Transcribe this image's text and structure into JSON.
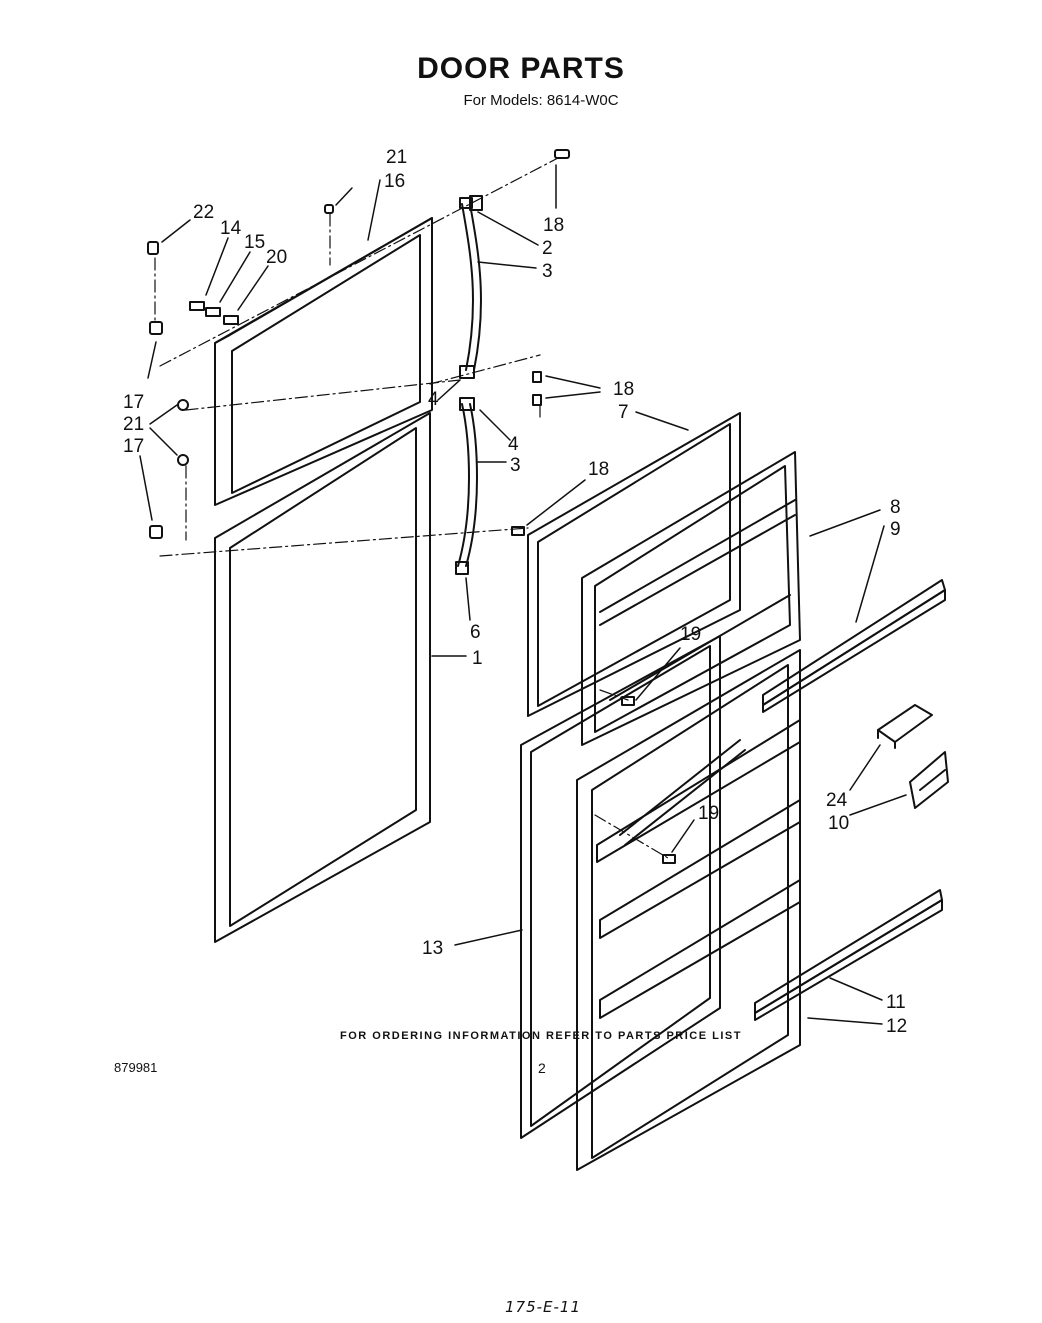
{
  "title": "DOOR PARTS",
  "subtitle": "For Models: 8614-W0C",
  "footer_note": "FOR ORDERING INFORMATION REFER TO PARTS PRICE LIST",
  "document_number": "879981",
  "page_number": "2",
  "handwritten_code": "175-E-11",
  "callouts": {
    "c21a": "21",
    "c16": "16",
    "c22": "22",
    "c14": "14",
    "c15": "15",
    "c20": "20",
    "c18a": "18",
    "c2": "2",
    "c3a": "3",
    "c18b": "18",
    "c7": "7",
    "c4a": "4",
    "c4b": "4",
    "c3b": "3",
    "c17a": "17",
    "c21b": "21",
    "c17b": "17",
    "c18c": "18",
    "c8": "8",
    "c9": "9",
    "c6": "6",
    "c1": "1",
    "c19a": "19",
    "c24": "24",
    "c10": "10",
    "c19b": "19",
    "c13": "13",
    "c11": "11",
    "c12": "12"
  }
}
